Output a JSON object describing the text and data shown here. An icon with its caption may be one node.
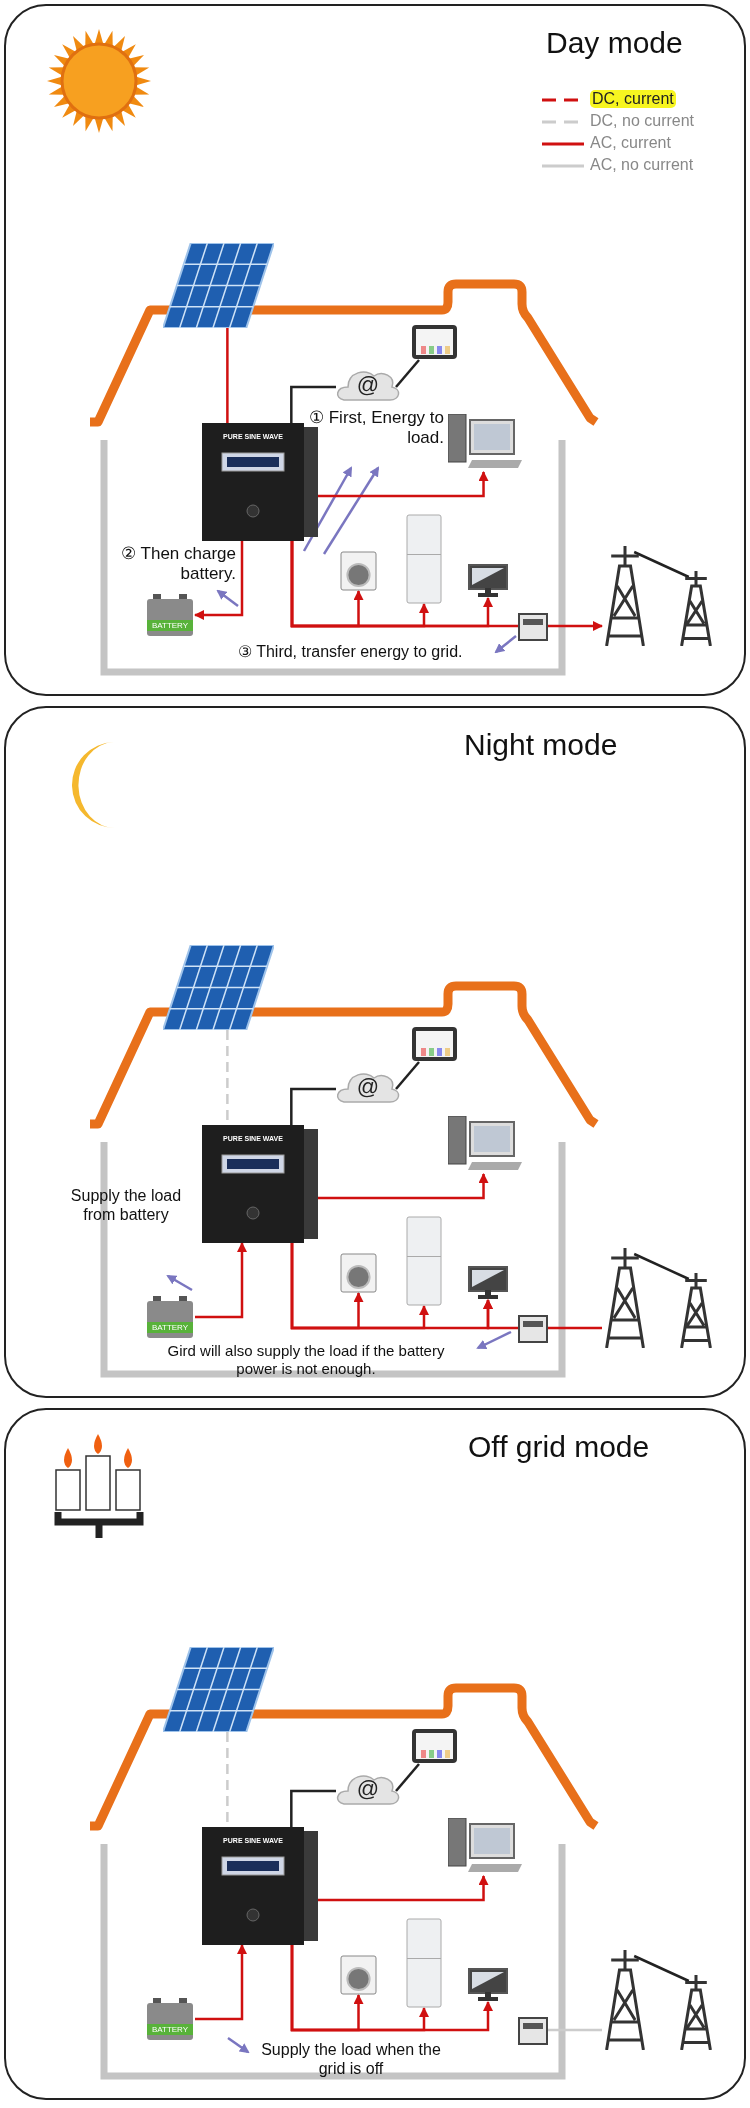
{
  "diagram": {
    "nodes": [
      {
        "text": [
          "Day mode"
        ]
      },
      {
        "text": [],
        "shape": "picture",
        "in": 0
      },
      {
        "text": [
          "PURE SINE WAVE"
        ],
        "in": 0
      },
      {
        "text": [
          "@"
        ],
        "in": 0
      },
      {
        "text": [],
        "shape": "picture",
        "in": 0
      },
      {
        "text": [],
        "shape": "picture",
        "in": 0
      },
      {
        "text": [],
        "shape": "picture",
        "in": 0
      },
      {
        "text": [],
        "shape": "picture",
        "in": 0
      },
      {
        "text": [],
        "shape": "picture",
        "in": 0
      },
      {
        "text": [
          "BATTERY"
        ],
        "in": 0
      },
      {
        "text": [],
        "shape": "picture",
        "in": 0
      },
      {
        "text": [],
        "shape": "picture",
        "in": 0
      },
      {
        "text": [],
        "shape": "picture",
        "in": 0
      },
      {
        "text": [
          "Night mode"
        ]
      },
      {
        "text": [],
        "shape": "picture",
        "in": 13
      },
      {
        "text": [
          "PURE SINE WAVE"
        ],
        "in": 13
      },
      {
        "text": [
          "@"
        ],
        "in": 13
      },
      {
        "text": [],
        "shape": "picture",
        "in": 13
      },
      {
        "text": [],
        "shape": "picture",
        "in": 13
      },
      {
        "text": [],
        "shape": "picture",
        "in": 13
      },
      {
        "text": [],
        "shape": "picture",
        "in": 13
      },
      {
        "text": [],
        "shape": "picture",
        "in": 13
      },
      {
        "text": [
          "BATTERY"
        ],
        "in": 13
      },
      {
        "text": [],
        "shape": "picture",
        "in": 13
      },
      {
        "text": [],
        "shape": "picture",
        "in": 13
      },
      {
        "text": [],
        "shape": "picture",
        "in": 13
      },
      {
        "text": [
          "Off grid mode"
        ]
      },
      {
        "text": [],
        "shape": "picture",
        "in": 26
      },
      {
        "text": [
          "PURE SINE WAVE"
        ],
        "in": 26
      },
      {
        "text": [
          "@"
        ],
        "in": 26
      },
      {
        "text": [],
        "shape": "picture",
        "in": 26
      },
      {
        "text": [],
        "shape": "picture",
        "in": 26
      },
      {
        "text": [],
        "shape": "picture",
        "in": 26
      },
      {
        "text": [],
        "shape": "picture",
        "in": 26
      },
      {
        "text": [],
        "shape": "picture",
        "in": 26
      },
      {
        "text": [
          "BATTERY"
        ],
        "in": 26
      },
      {
        "text": [],
        "shape": "picture",
        "in": 26
      },
      {
        "text": [],
        "shape": "picture",
        "in": 26
      },
      {
        "text": [],
        "shape": "picture",
        "in": 26
      }
    ],
    "edges": [
      {
        "from": 1,
        "to": 2,
        "arrow": "none"
      },
      {
        "from": 2,
        "to": 3,
        "arrow": "none",
        "color": "#222222"
      },
      {
        "from": 3,
        "to": 4,
        "arrow": "none",
        "color": "#222222"
      },
      {
        "from": 2,
        "to": 5,
        "arrow": "to"
      },
      {
        "from": 2,
        "to": 9,
        "arrow": "to"
      },
      {
        "from": 2,
        "to": 6,
        "arrow": "to"
      },
      {
        "from": 2,
        "to": 7,
        "arrow": "to"
      },
      {
        "from": 2,
        "to": 8,
        "arrow": "to"
      },
      {
        "from": 2,
        "to": 10,
        "arrow": "none"
      },
      {
        "from": 10,
        "to": 11,
        "arrow": "to"
      },
      {
        "from": 11,
        "to": 12,
        "arrow": "none",
        "color": "#222222"
      },
      {
        "from": 14,
        "to": 15,
        "arrow": "none",
        "style": "dashed",
        "color": "#cccccc"
      },
      {
        "from": 15,
        "to": 16,
        "arrow": "none",
        "color": "#222222"
      },
      {
        "from": 16,
        "to": 17,
        "arrow": "none",
        "color": "#222222"
      },
      {
        "from": 22,
        "to": 15,
        "arrow": "to"
      },
      {
        "from": 15,
        "to": 18,
        "arrow": "to"
      },
      {
        "from": 15,
        "to": 19,
        "arrow": "to"
      },
      {
        "from": 15,
        "to": 20,
        "arrow": "to"
      },
      {
        "from": 15,
        "to": 21,
        "arrow": "to"
      },
      {
        "from": 24,
        "to": 23,
        "arrow": "none"
      },
      {
        "from": 23,
        "to": 21,
        "arrow": "to"
      },
      {
        "from": 24,
        "to": 25,
        "arrow": "none",
        "color": "#222222"
      },
      {
        "from": 27,
        "to": 28,
        "arrow": "none",
        "style": "dashed",
        "color": "#cccccc"
      },
      {
        "from": 28,
        "to": 29,
        "arrow": "none",
        "color": "#222222"
      },
      {
        "from": 29,
        "to": 30,
        "arrow": "none",
        "color": "#222222"
      },
      {
        "from": 35,
        "to": 28,
        "arrow": "to"
      },
      {
        "from": 28,
        "to": 31,
        "arrow": "to"
      },
      {
        "from": 28,
        "to": 32,
        "arrow": "to"
      },
      {
        "from": 28,
        "to": 33,
        "arrow": "to"
      },
      {
        "from": 28,
        "to": 34,
        "arrow": "to"
      },
      {
        "from": 36,
        "to": 37,
        "arrow": "none",
        "color": "#cccccc"
      },
      {
        "from": 37,
        "to": 38,
        "arrow": "none",
        "color": "#222222"
      }
    ],
    "labels": [
      "① First, Energy to load.",
      "② Then charge battery.",
      "③ Third, transfer energy to grid.",
      "Supply the load from battery",
      "Gird will also supply the load if the battery power is not enough.",
      "Supply the load when the grid is off"
    ],
    "legend": [
      {
        "text": "DC, current"
      },
      {
        "text": "DC, no current"
      },
      {
        "text": "AC, current"
      },
      {
        "text": "AC, no current"
      }
    ]
  }
}
